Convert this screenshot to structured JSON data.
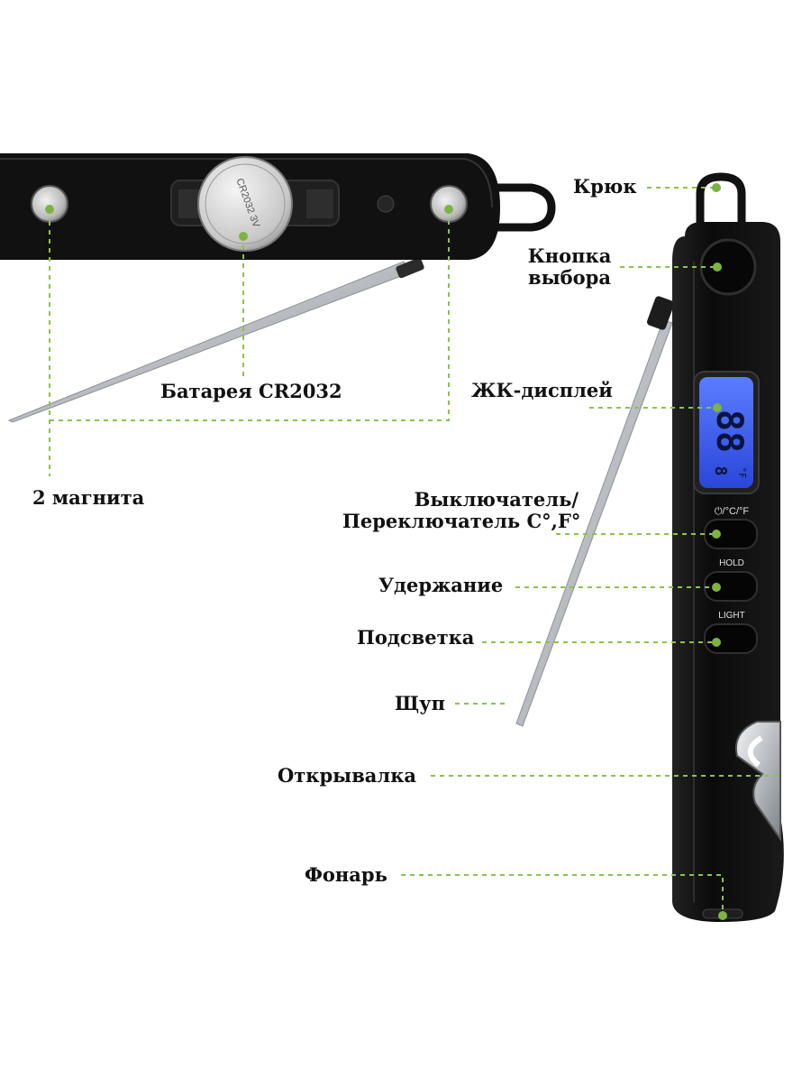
{
  "colors": {
    "leader": "#8bc34a",
    "dot": "#7cb342",
    "body": "#0d0d0d",
    "lcd": "#3a5cf0",
    "steel": "#c9cdd2"
  },
  "callouts": {
    "hook": "Крюк",
    "select_button_line1": "Кнопка",
    "select_button_line2": "выбора",
    "lcd": "ЖК-дисплей",
    "power_line1": "Выключатель/",
    "power_line2": "Переключатель C°,F°",
    "hold": "Удержание",
    "light": "Подсветка",
    "probe": "Щуп",
    "opener": "Открывалка",
    "flashlight": "Фонарь",
    "battery": "Батарея CR2032",
    "magnets": "2 магнита"
  },
  "device": {
    "display_digits": "88",
    "display_small": "8",
    "display_unit": "°F",
    "power_button_label": "⏻/°C/°F",
    "hold_button_label": "HOLD",
    "light_button_label": "LIGHT",
    "battery_print": "CR2032 3V"
  }
}
